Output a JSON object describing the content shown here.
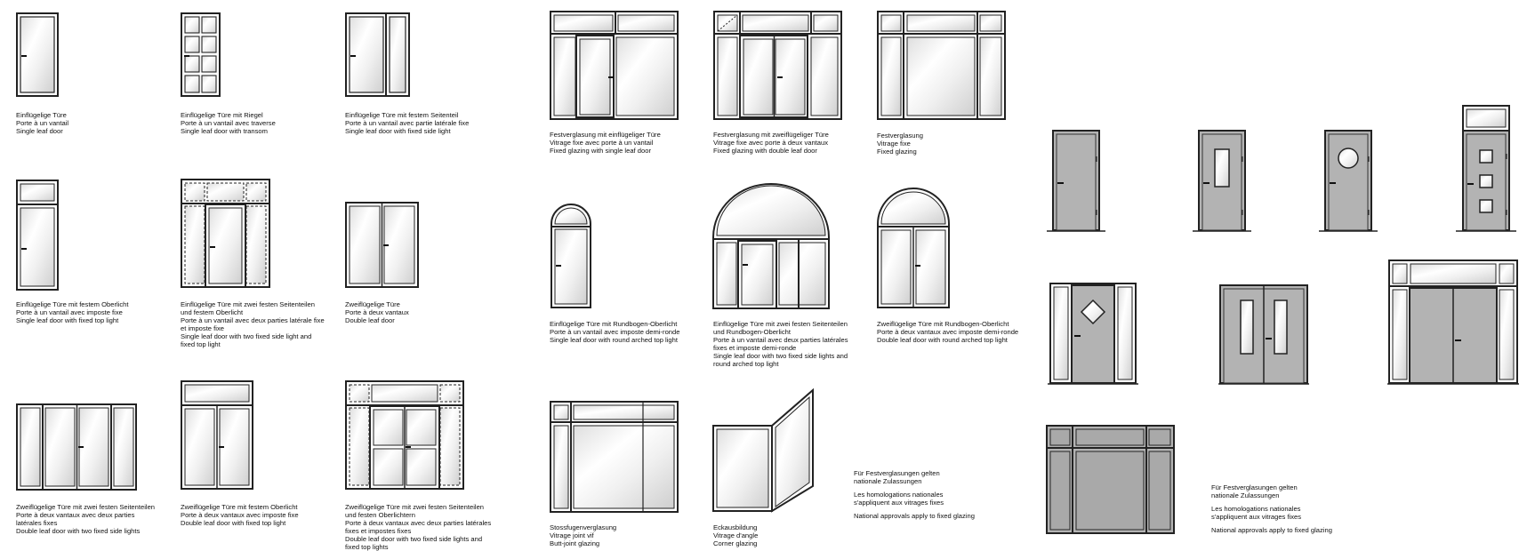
{
  "captions": {
    "c1": [
      "Einflügelige Türe",
      "Porte à un vantail",
      "Single leaf door"
    ],
    "c2": [
      "Einflügelige Türe mit Riegel",
      "Porte à un vantail avec traverse",
      "Single leaf door with transom"
    ],
    "c3": [
      "Einflügelige Türe mit festem Seitenteil",
      "Porte à un vantail avec partie latérale fixe",
      "Single leaf door with fixed side light"
    ],
    "c4": [
      "Festverglasung mit einflügeliger Türe",
      "Vitrage fixe avec porte à un vantail",
      "Fixed glazing with single leaf door"
    ],
    "c5": [
      "Festverglasung mit zweiflügeliger Türe",
      "Vitrage fixe avec porte à deux vantaux",
      "Fixed glazing with double leaf door"
    ],
    "c6": [
      "Festverglasung",
      "Vitrage fixe",
      "Fixed glazing"
    ],
    "c7": [
      "Einflügelige Türe mit festem Oberlicht",
      "Porte à un vantail avec imposte fixe",
      "Single leaf door with fixed top light"
    ],
    "c8": [
      "Einflügelige Türe mit zwei festen Seitenteilen",
      "und festem Oberlicht",
      "Porte à un vantail avec deux parties latérale fixe",
      "et imposte fixe",
      "Single leaf door with two fixed side light and",
      "fixed top light"
    ],
    "c9": [
      "Zweiflügelige Türe",
      "Porte à deux vantaux",
      "Double leaf door"
    ],
    "c10": [
      "Einflügelige Türe mit Rundbogen-Oberlicht",
      "Porte à un vantail avec imposte demi-ronde",
      "Single leaf door with round arched top light"
    ],
    "c11": [
      "Einflügelige Türe mit zwei festen Seitenteilen",
      "und Rundbogen-Oberlicht",
      "Porte à un vantail avec deux parties latérales",
      "fixes et imposte demi-ronde",
      "Single leaf door with two fixed side lights and",
      "round arched top light"
    ],
    "c12": [
      "Zweiflügelige Türe mit Rundbogen-Oberlicht",
      "Porte à deux vantaux avec imposte demi-ronde",
      "Double leaf door with round arched top light"
    ],
    "c13": [
      "Zweiflügelige Türe mit zwei festen Seitenteilen",
      "Porte à deux vantaux avec deux parties",
      "latérales fixes",
      "Double leaf door with two fixed side lights"
    ],
    "c14": [
      "Zweiflügelige Türe mit festem Oberlicht",
      "Porte à deux vantaux avec imposte fixe",
      "Double leaf door with fixed top light"
    ],
    "c15": [
      "Zweiflügelige Türe mit zwei festen Seitenteilen",
      "und festen Oberlichtern",
      "Porte à deux vantaux avec deux parties latérales",
      "fixes et impostes fixes",
      "Double leaf door with two fixed side lights and",
      "fixed top lights"
    ],
    "c16": [
      "Stossfugenverglasung",
      "Vitrage joint vif",
      "Butt-joint glazing"
    ],
    "c17": [
      "Eckausbildung",
      "Vitrage d'angle",
      "Corner glazing"
    ]
  },
  "notes": {
    "n1": [
      "Für Festverglasungen gelten",
      "nationale Zulassungen",
      "",
      "Les homologations nationales",
      "s'appliquent aux vitrages fixes",
      "",
      "National approvals apply to fixed glazing"
    ],
    "n2": [
      "Für Festverglasungen gelten",
      "nationale Zulassungen",
      "",
      "Les homologations nationales",
      "s'appliquent aux vitrages fixes",
      "",
      "National approvals apply to fixed glazing"
    ]
  },
  "colors": {
    "frame": "#2a2a2a",
    "glass_light": "#ffffff",
    "glass_dark": "#d4d4d4",
    "panel": "#b3b3b3",
    "background": "#ffffff"
  }
}
